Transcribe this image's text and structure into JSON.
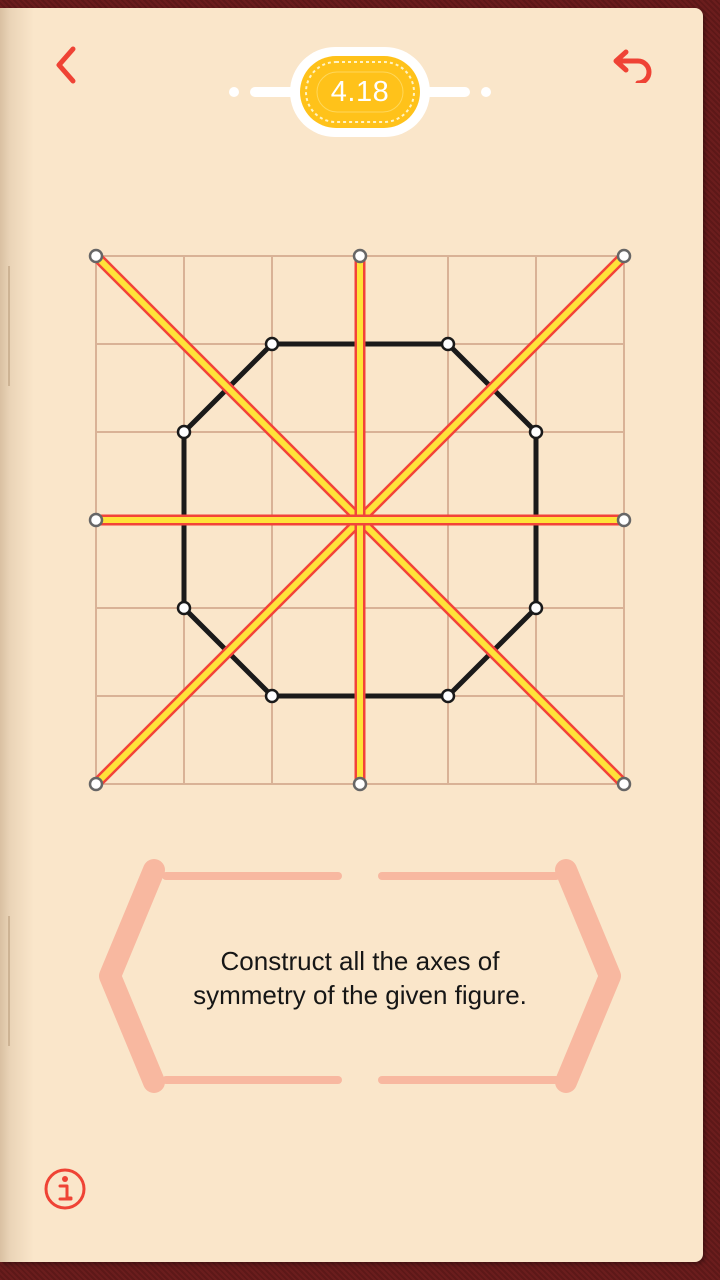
{
  "level": {
    "label": "4.18"
  },
  "instruction": {
    "line1": "Construct all the axes of",
    "line2": "symmetry of the given figure."
  },
  "icons": {
    "back": "chevron-left-icon",
    "undo": "undo-arrow-icon",
    "info": "info-icon"
  },
  "colors": {
    "page": "#fae6ca",
    "grid": "#d9b296",
    "figure": "#1a1a1a",
    "axis_fill": "#ffe23a",
    "axis_edge": "#f2433a",
    "accent_red": "#ef4335",
    "badge_gold": "#ffc21a",
    "hint_frame": "#f8b8a0",
    "cover": "#6e1f1f"
  },
  "puzzle": {
    "grid_cells": 6,
    "figure": "octagon",
    "figure_vertices": [
      [
        2,
        1
      ],
      [
        4,
        1
      ],
      [
        5,
        2
      ],
      [
        5,
        4
      ],
      [
        4,
        5
      ],
      [
        2,
        5
      ],
      [
        1,
        4
      ],
      [
        1,
        2
      ]
    ],
    "axes": [
      [
        [
          0,
          0
        ],
        [
          6,
          6
        ]
      ],
      [
        [
          6,
          0
        ],
        [
          0,
          6
        ]
      ],
      [
        [
          3,
          0
        ],
        [
          3,
          6
        ]
      ],
      [
        [
          0,
          3
        ],
        [
          6,
          3
        ]
      ]
    ]
  }
}
